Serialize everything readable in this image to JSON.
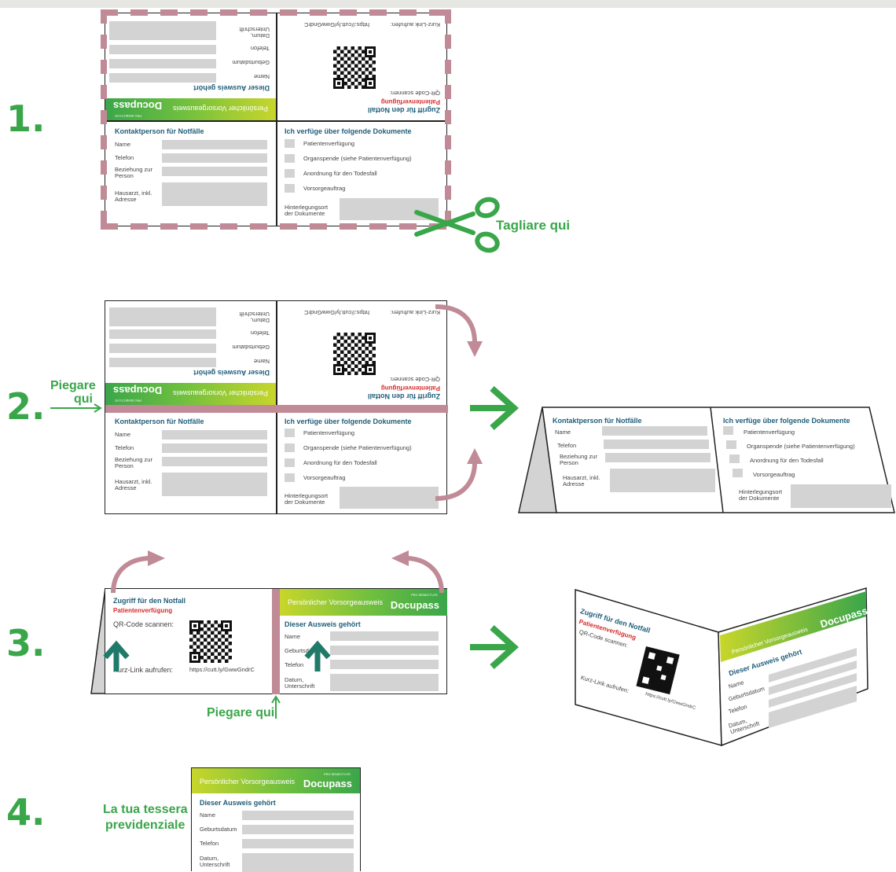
{
  "steps": [
    "1.",
    "2.",
    "3.",
    "4."
  ],
  "labels": {
    "cut_here": "Tagliare qui",
    "fold_here_2a": "Piegare",
    "fold_here_2b": "qui",
    "fold_here_3": "Piegare qui",
    "your_card_line1": "La tua tessera",
    "your_card_line2": "previdenziale"
  },
  "card": {
    "owner_heading": "Dieser Ausweis gehört",
    "owner_fields": [
      "Name",
      "Geburtsdatum",
      "Telefon",
      "Datum, Unterschrift"
    ],
    "banner_title": "Persönlicher Vorsorgeausweis",
    "brand": "Docupass",
    "brand_small": "PRO SENECTUTE",
    "emergency_heading": "Zugriff für den Notfall",
    "emergency_sub": "Patientenverfügung",
    "qr_label": "QR-Code scannen:",
    "short_link_label": "Kurz-Link aufrufen:",
    "short_link": "https://cutt.ly/GwwGndrC",
    "contact_heading": "Kontaktperson für Notfälle",
    "contact_fields": [
      "Name",
      "Telefon",
      "Beziehung zur Person",
      "Hausarzt, inkl. Adresse"
    ],
    "docs_heading": "Ich verfüge über folgende Dokumente",
    "docs_items": [
      "Patientenverfügung",
      "Organspende (siehe Patientenverfügung)",
      "Anordnung für den Todesfall",
      "Vorsorgeauftrag"
    ],
    "docs_location": "Hinterlegungsort der Dokumente"
  },
  "colors": {
    "green": "#3aa64a",
    "pink_arrow": "#c08a96",
    "teal_arrow": "#1f7a6a",
    "heading_blue": "#1f5e7a",
    "red": "#d62b2b"
  }
}
